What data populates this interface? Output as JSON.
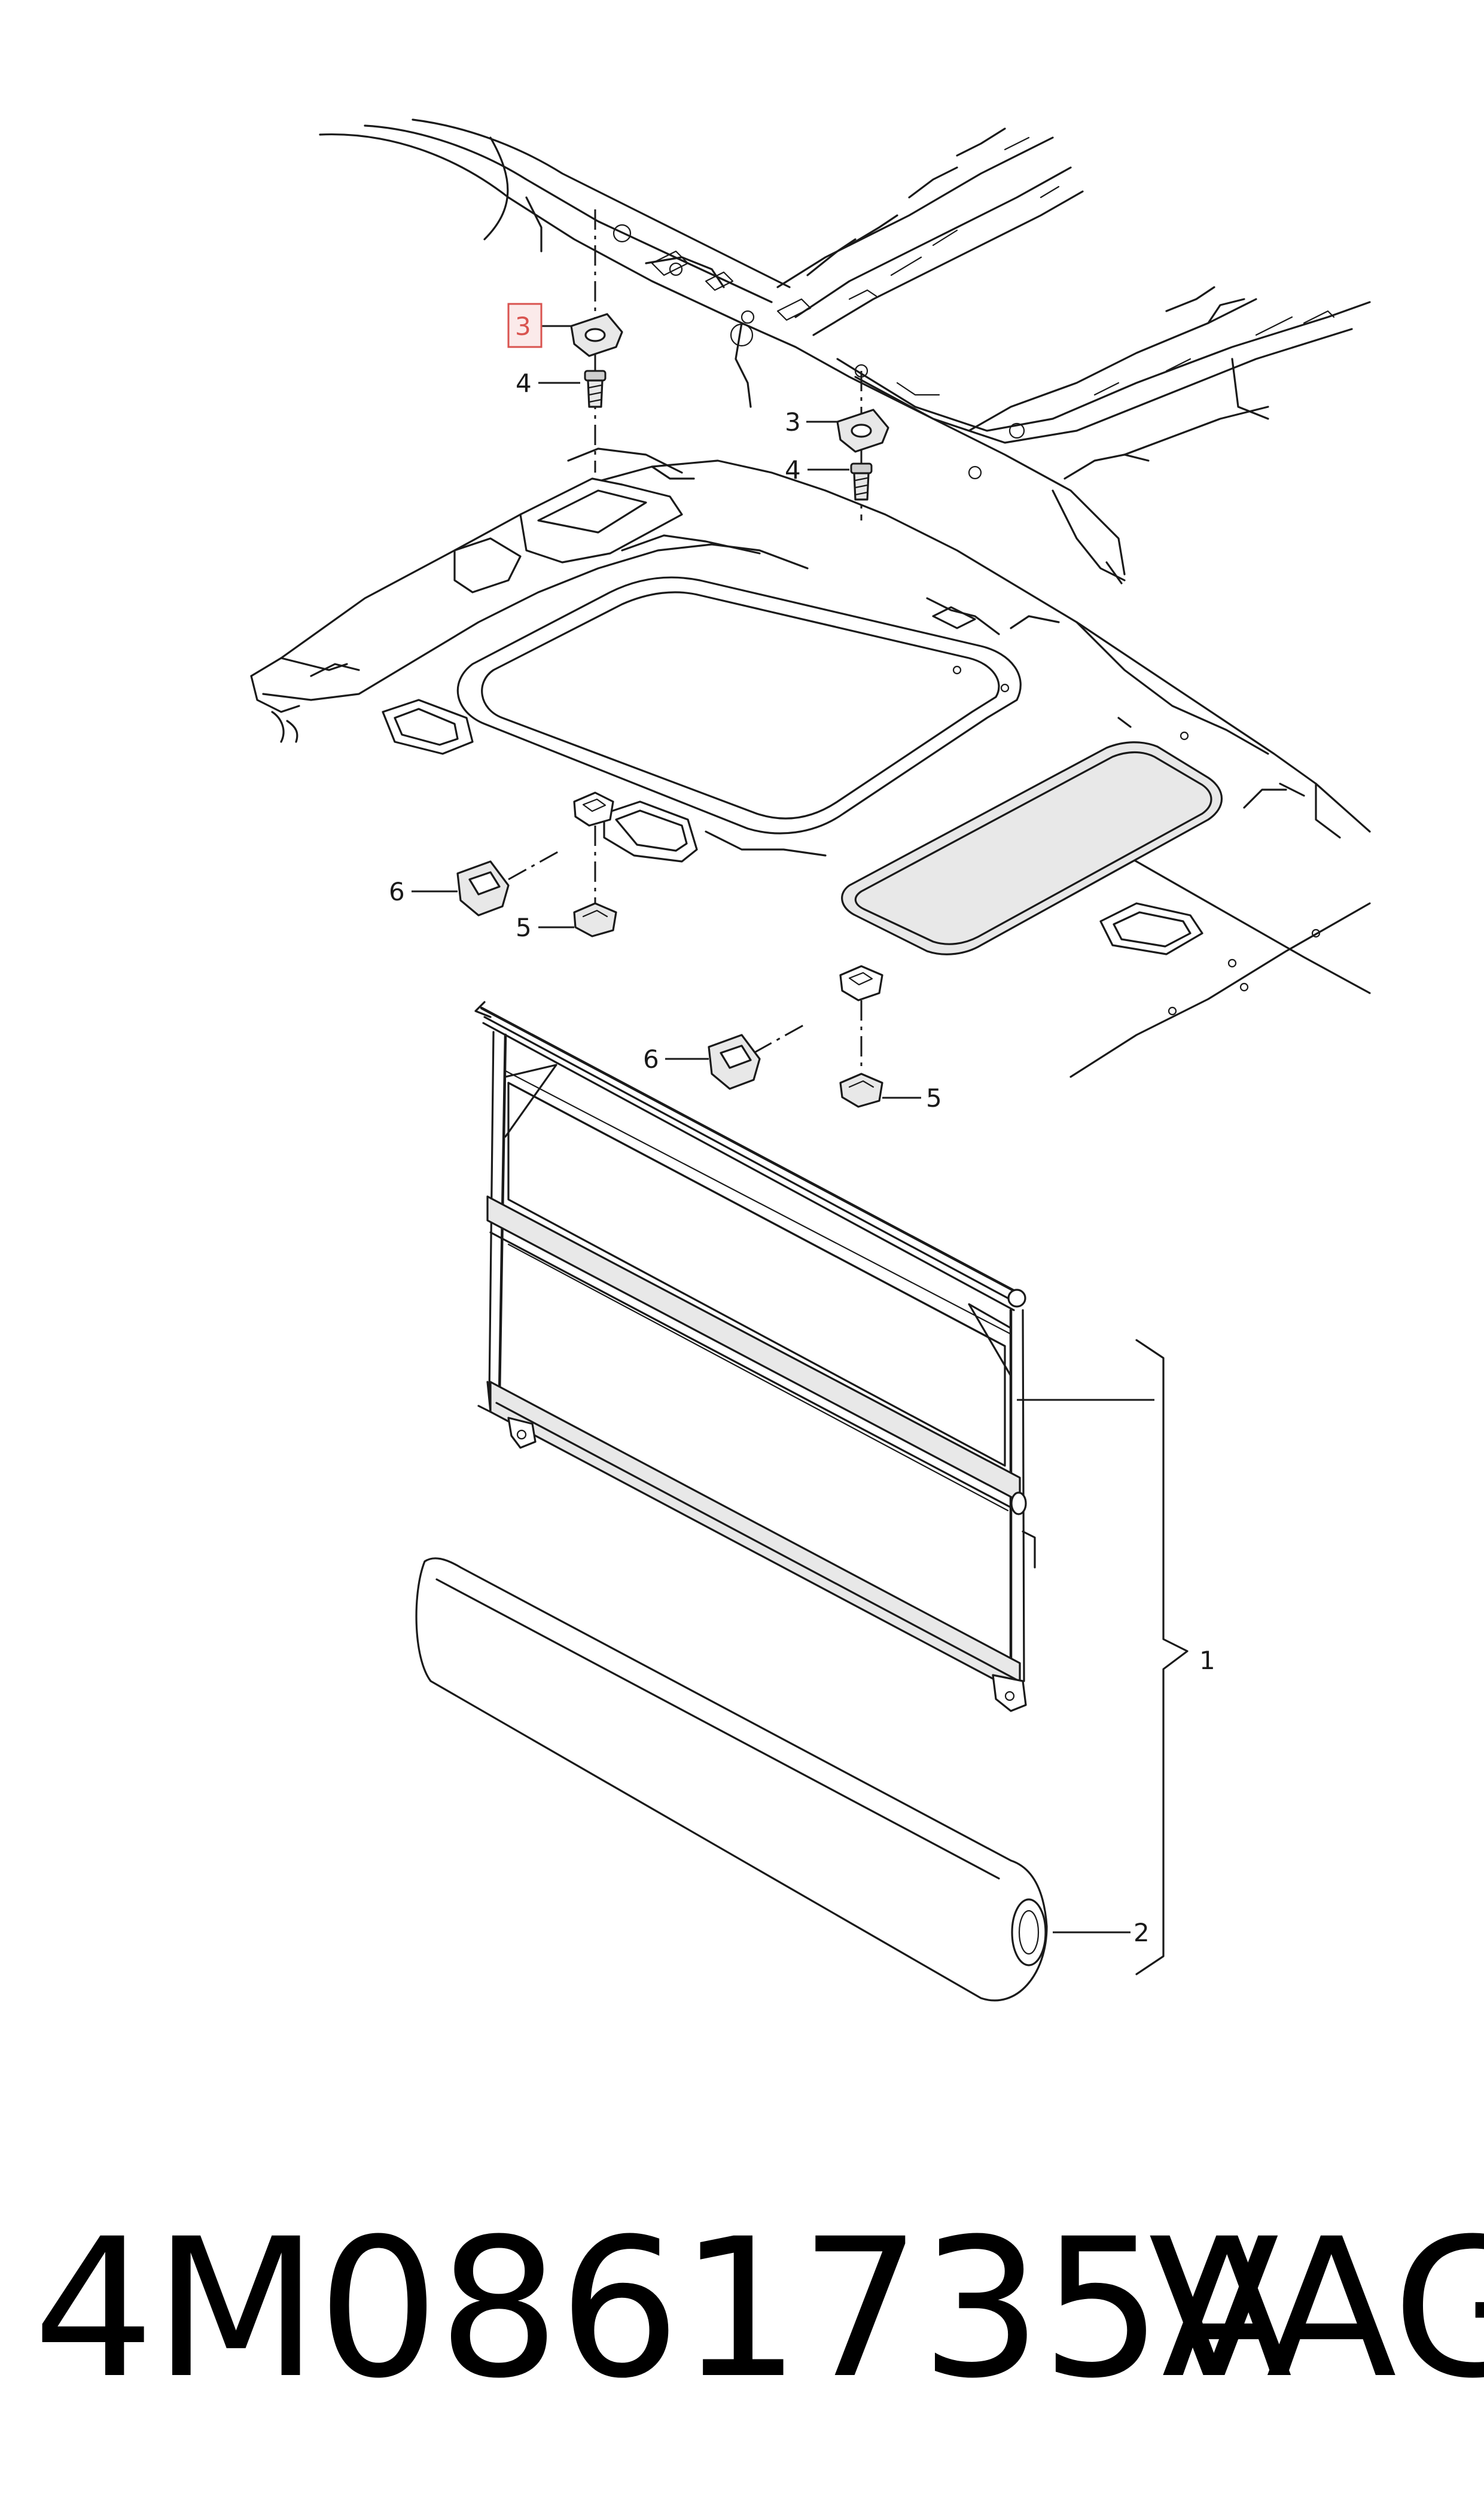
{
  "diagram": {
    "callouts": [
      {
        "id": "c3a",
        "label": "3",
        "highlighted": true
      },
      {
        "id": "c4a",
        "label": "4"
      },
      {
        "id": "c3b",
        "label": "3"
      },
      {
        "id": "c4b",
        "label": "4"
      },
      {
        "id": "c6a",
        "label": "6"
      },
      {
        "id": "c5a",
        "label": "5"
      },
      {
        "id": "c6b",
        "label": "6"
      },
      {
        "id": "c5b",
        "label": "5"
      },
      {
        "id": "c1",
        "label": "1"
      },
      {
        "id": "c2",
        "label": "2"
      }
    ],
    "highlight_color": "#d9534f"
  },
  "footer": {
    "part_number": "4M0861735A",
    "brand": "VAG"
  }
}
